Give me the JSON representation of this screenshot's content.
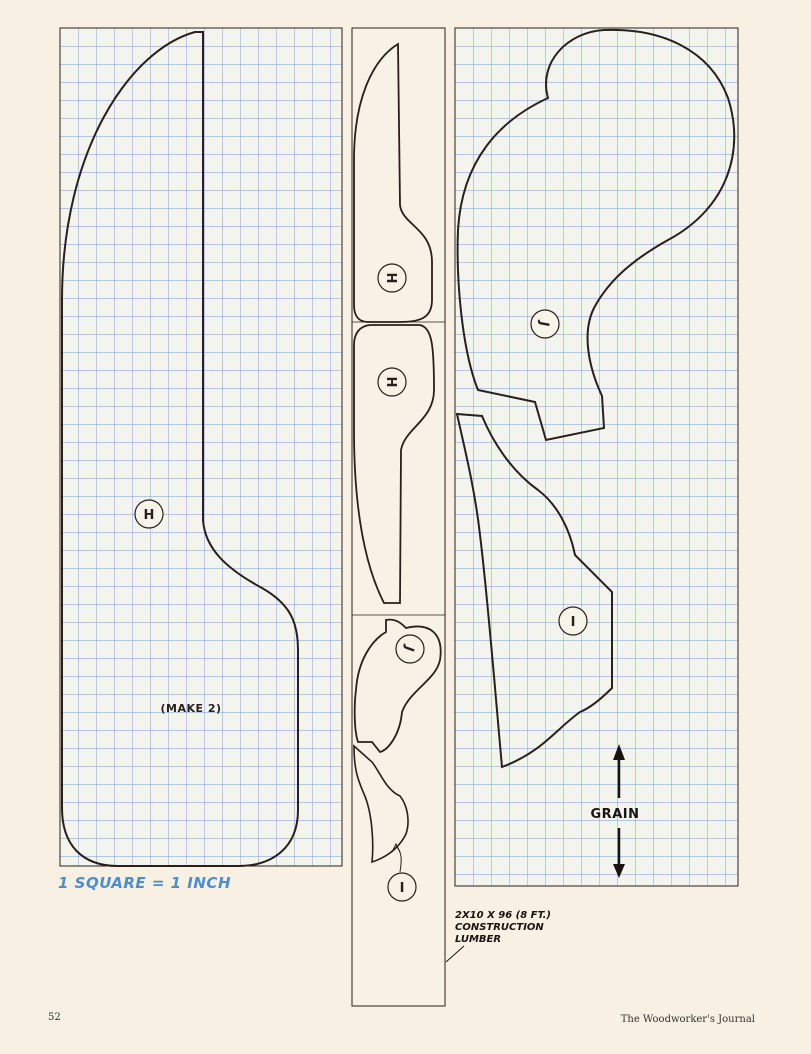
{
  "page_number": "52",
  "journal_name": "The Woodworker's Journal",
  "scale_note": "1 SQUARE = 1 INCH",
  "lumber_note": [
    "2X10 X 96 (8 FT.)",
    "CONSTRUCTION",
    "LUMBER"
  ],
  "grain_label": "GRAIN",
  "make_note": "(MAKE 2)",
  "part_labels": {
    "h_large": "H",
    "h_upper": "H",
    "h_middle": "H",
    "j_small": "J",
    "i_small": "I",
    "j_large": "J",
    "i_large": "I"
  },
  "colors": {
    "grid": "#6f9bd6",
    "grid_background": "#f3f4ee",
    "outline": "#2a1f1a",
    "scale_text": "#4a8fd0",
    "paper": "#f7f0e3"
  }
}
